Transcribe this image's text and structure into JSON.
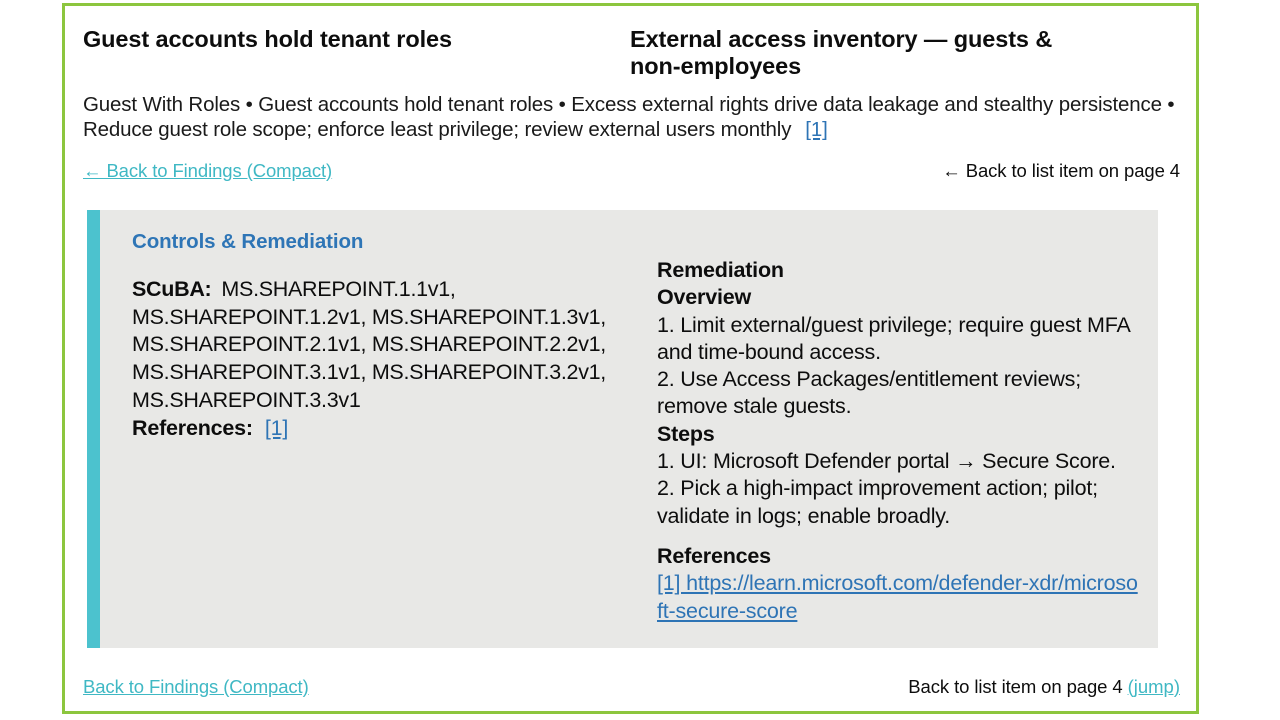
{
  "theme": {
    "frame_border_color": "#8CC63E",
    "accent_bar_color": "#4CC2CE",
    "card_background": "#E8E8E6",
    "link_teal": "#3FB8C4",
    "link_blue": "#2E74B5",
    "heading_blue": "#2E75B6",
    "text_color": "#0D0D0D",
    "page_background": "#FFFFFF"
  },
  "header": {
    "title_left": "Guest accounts hold tenant roles",
    "title_right": "External access inventory — guests & non-employees",
    "summary": "Guest With Roles • Guest accounts hold tenant roles • Excess external rights drive data leakage and stealthy persistence • Reduce guest role scope; enforce least privilege; review external users monthly",
    "summary_citation": "[1]",
    "back_link": "← Back to Findings (Compact)",
    "back_list_item": "← Back to list item on page 4"
  },
  "card": {
    "section_heading": "Controls & Remediation",
    "left": {
      "scuba_label": "SCuBA:",
      "scuba_value": "MS.SHAREPOINT.1.1v1, MS.SHAREPOINT.1.2v1, MS.SHAREPOINT.1.3v1, MS.SHAREPOINT.2.1v1, MS.SHAREPOINT.2.2v1, MS.SHAREPOINT.3.1v1, MS.SHAREPOINT.3.2v1, MS.SHAREPOINT.3.3v1",
      "references_label": "References:",
      "references_citation": "[1]"
    },
    "right": {
      "remediation_heading": "Remediation",
      "overview_heading": "Overview",
      "overview_items": [
        "1. Limit external/guest privilege; require guest MFA and time-bound access.",
        "2. Use Access Packages/entitlement reviews; remove stale guests."
      ],
      "steps_heading": "Steps",
      "steps_items": [
        "1. UI: Microsoft Defender portal → Secure Score.",
        "2. Pick a high-impact improvement action; pilot; validate in logs; enable broadly."
      ],
      "references_heading": "References",
      "reference_entry": "[1] https://learn.microsoft.com/defender-xdr/microsoft-secure-score"
    }
  },
  "footer": {
    "back_link": "Back to Findings (Compact)",
    "back_list_item": "Back to list item on page 4",
    "jump_link": "(jump)"
  }
}
